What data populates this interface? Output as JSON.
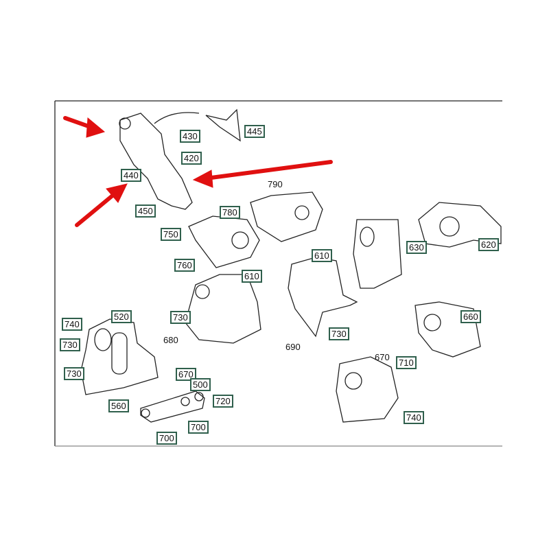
{
  "labels": {
    "p430": "430",
    "p445": "445",
    "p420": "420",
    "p440": "440",
    "p450": "450",
    "p790": "790",
    "p780": "780",
    "p750": "750",
    "p760": "760",
    "p610a": "610",
    "p610b": "610",
    "p630": "630",
    "p620": "620",
    "p520": "520",
    "p740a": "740",
    "p730a": "730",
    "p730b": "730",
    "p680": "680",
    "p730c": "730",
    "p670a": "670",
    "p500": "500",
    "p720": "720",
    "p560": "560",
    "p700a": "700",
    "p700b": "700",
    "p730d": "730",
    "p690": "690",
    "p670b": "670",
    "p710": "710",
    "p740b": "740",
    "p660": "660"
  },
  "colors": {
    "label_border": "#2f5f4c",
    "arrow": "#e01010"
  }
}
